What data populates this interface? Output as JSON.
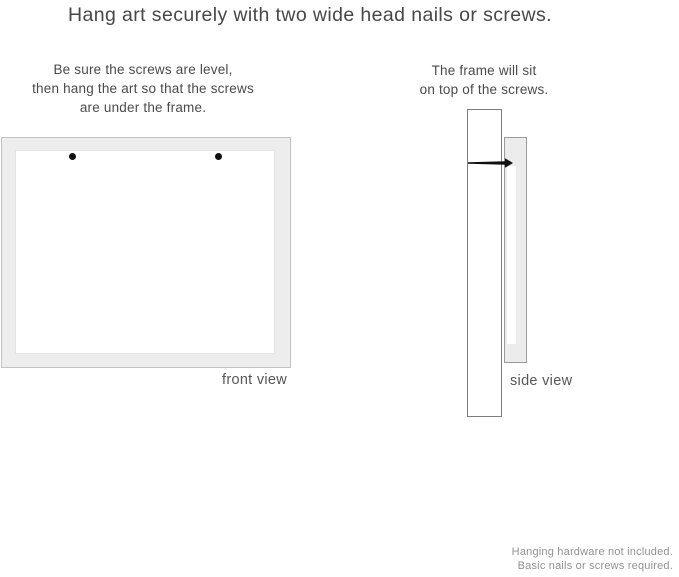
{
  "title": "Hang art securely with two wide head nails or screws.",
  "front_view": {
    "instruction_lines": [
      "Be sure the screws are level,",
      "then hang the art so that the screws",
      "are under the frame."
    ],
    "caption": "front view",
    "nail_count": 2
  },
  "side_view": {
    "instruction_lines": [
      "The frame will sit",
      "on top of the screws."
    ],
    "caption": "side view"
  },
  "footer": {
    "lines": [
      "Hanging hardware not included.",
      "Basic nails or screws required."
    ]
  },
  "icons": {
    "nail_head_dot": "filled black circle representing wide nail head",
    "nail_side_profile": "horizontal nail with flat head, driven into wall"
  },
  "colors": {
    "background": "#ffffff",
    "frame_fill": "#ececec",
    "frame_border_light": "#c2c2c2",
    "wall_border": "#7d7d7d",
    "text_primary": "#4a4a4a",
    "text_caption": "#565656",
    "text_footer": "#919191",
    "nail": "#101010"
  }
}
